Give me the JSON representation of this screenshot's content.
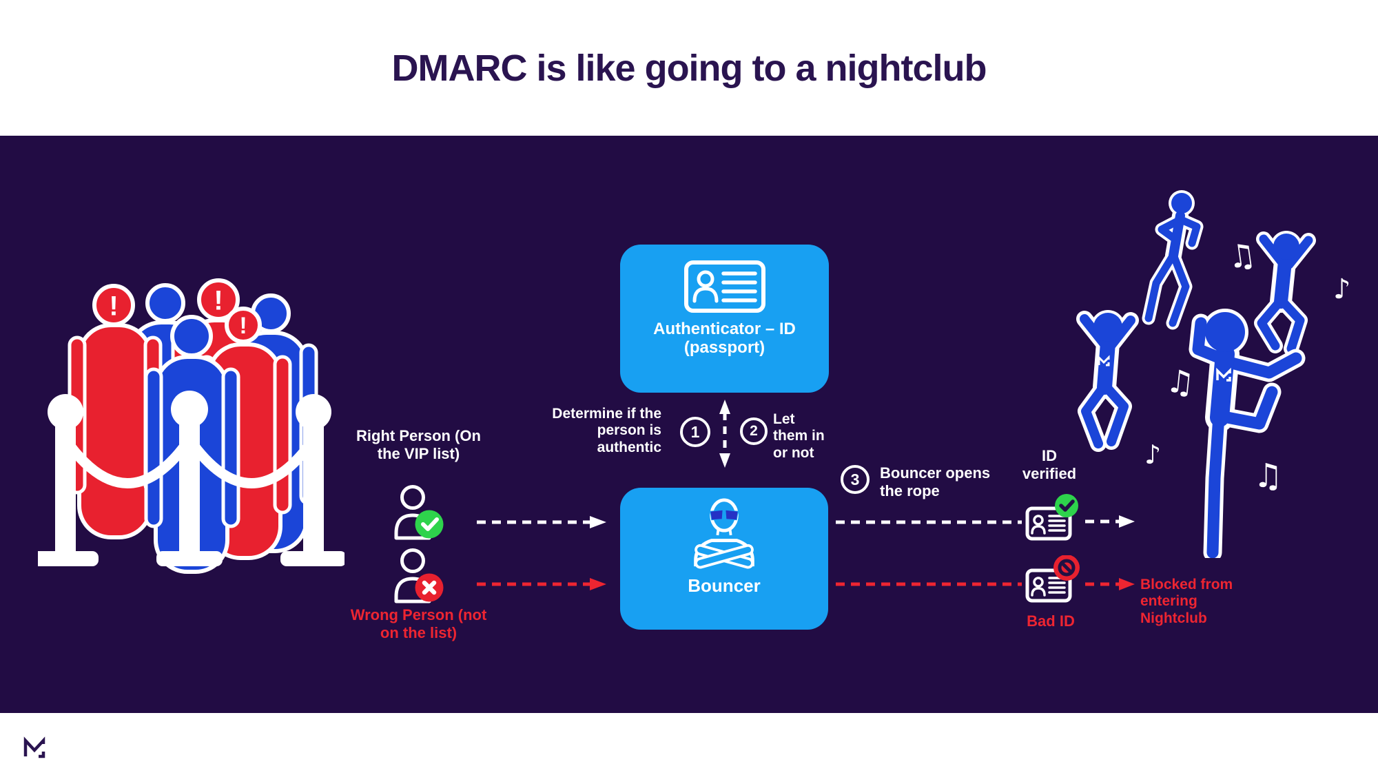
{
  "title": "DMARC is like going to a nightclub",
  "colors": {
    "background": "#220c44",
    "panel_blue": "#18a0f2",
    "figure_blue": "#1b45d8",
    "alert_red": "#e8212f",
    "success_green": "#2ed34c",
    "title_purple": "#2a1450",
    "text_white": "#ffffff"
  },
  "crowd": {
    "alert_mark": "!",
    "right_person_label": "Right Person (On the VIP list)",
    "wrong_person_label": "Wrong Person (not on the list)"
  },
  "flow": {
    "authenticator_label": "Authenticator – ID (passport)",
    "bouncer_label": "Bouncer",
    "steps": [
      {
        "number": "1",
        "text": "Determine if the person is authentic"
      },
      {
        "number": "2",
        "text": "Let them in or not"
      },
      {
        "number": "3",
        "text": "Bouncer opens the rope"
      }
    ]
  },
  "outcome": {
    "id_verified_label": "ID verified",
    "bad_id_label": "Bad ID",
    "blocked_label": "Blocked from entering Nightclub"
  },
  "club": {
    "music_note_double": "♫",
    "music_note_single": "♪"
  }
}
